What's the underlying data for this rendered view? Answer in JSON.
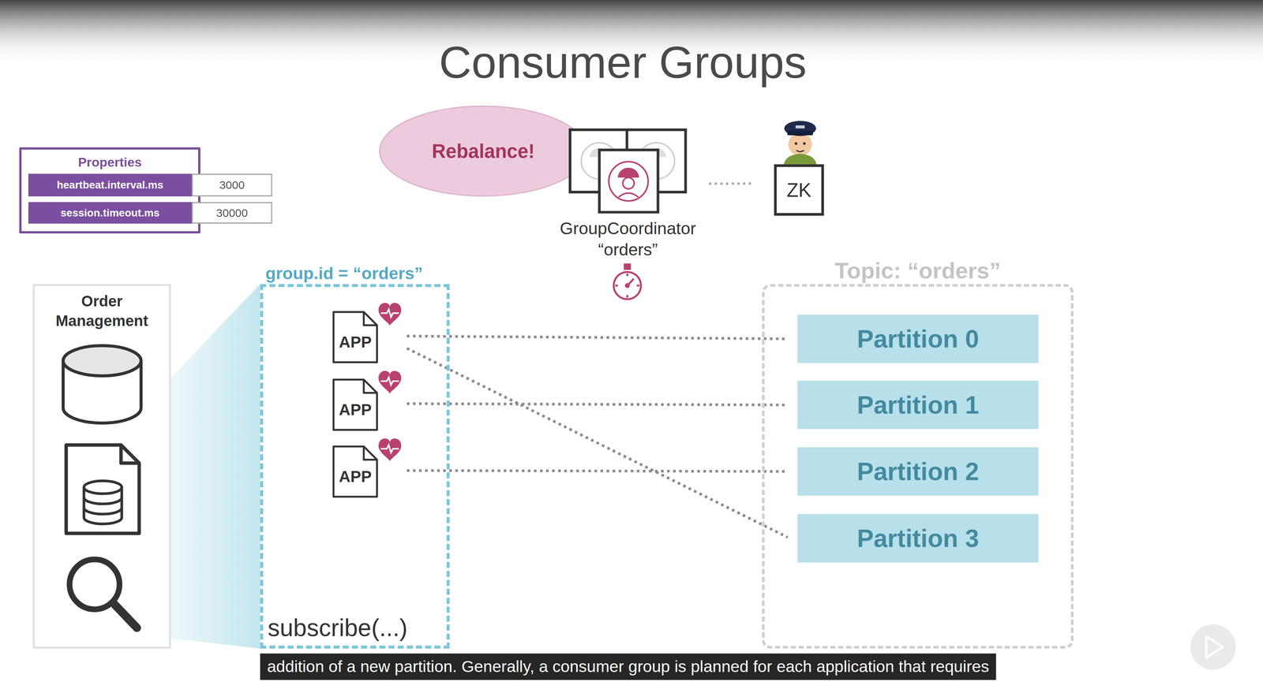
{
  "diagram": {
    "title": "Consumer Groups",
    "caption": "addition of a new partition. Generally, a consumer group is planned for each application that requires",
    "nodes": [
      {
        "text": [
          "Properties"
        ]
      },
      {
        "text": [
          "heartbeat.interval.ms"
        ],
        "in": 0
      },
      {
        "text": [
          "3000"
        ]
      },
      {
        "text": [
          "session.timeout.ms"
        ],
        "in": 0
      },
      {
        "text": [
          "30000"
        ]
      },
      {
        "text": [
          "Rebalance!"
        ]
      },
      {
        "text": [
          "GroupCoordinator “orders”"
        ]
      },
      {
        "text": [
          "ZK"
        ]
      },
      {
        "text": [
          "Order Management"
        ]
      },
      {
        "text": [
          "group.id = “orders”",
          "subscribe(...)"
        ]
      },
      {
        "text": [
          "APP"
        ],
        "in": 9
      },
      {
        "text": [
          "APP"
        ],
        "in": 9
      },
      {
        "text": [
          "APP"
        ],
        "in": 9
      },
      {
        "text": [
          "Topic: “orders”"
        ]
      },
      {
        "text": [
          "Partition 0"
        ],
        "in": 13
      },
      {
        "text": [
          "Partition 1"
        ],
        "in": 13
      },
      {
        "text": [
          "Partition 2"
        ],
        "in": 13
      },
      {
        "text": [
          "Partition 3"
        ],
        "in": 13
      }
    ],
    "edges": [
      {
        "from": 10,
        "to": 14,
        "arrow": "none"
      },
      {
        "from": 10,
        "to": 17,
        "arrow": "none"
      },
      {
        "from": 11,
        "to": 15,
        "arrow": "none"
      },
      {
        "from": 12,
        "to": 16,
        "arrow": "none"
      },
      {
        "from": 6,
        "to": 7,
        "arrow": "none"
      }
    ]
  }
}
